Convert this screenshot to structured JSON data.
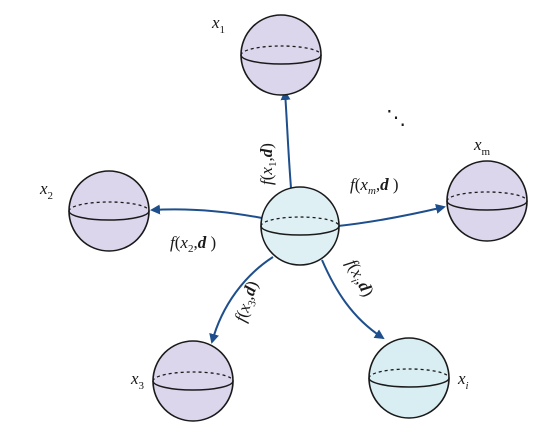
{
  "colors": {
    "purple_fill": "#dcd6ec",
    "center_fill": "#dff0f5",
    "teal_fill": "#d9eef3",
    "arrow": "#1e4f8c",
    "outline": "#1a1a1a"
  },
  "nodes": {
    "x1": {
      "base": "x",
      "sub": "1"
    },
    "x2": {
      "base": "x",
      "sub": "2"
    },
    "x3": {
      "base": "x",
      "sub": "3"
    },
    "xm": {
      "base": "x",
      "sub": "m"
    },
    "xi": {
      "base": "x",
      "sub": "i"
    }
  },
  "ellipsis": "⋱",
  "edges": {
    "e1": {
      "f": "f",
      "open": "(",
      "x": "x",
      "sub": "1",
      "comma": ",",
      "d": "d",
      "close": ")"
    },
    "e2": {
      "f": "f",
      "open": "(",
      "x": "x",
      "sub": "2",
      "comma": ",",
      "d": "d",
      "close": " )"
    },
    "e3": {
      "f": "f",
      "open": "(",
      "x": "x",
      "sub": "3",
      "comma": ",",
      "d": "d",
      "close": ")"
    },
    "em": {
      "f": "f",
      "open": "(",
      "x": "x",
      "sub": "m",
      "comma": ",",
      "d": "d",
      "close": " )"
    },
    "ei": {
      "f": "f",
      "open": "(",
      "x": "x",
      "sub": "i",
      "comma": ",",
      "d": "d",
      "close": ")"
    }
  }
}
